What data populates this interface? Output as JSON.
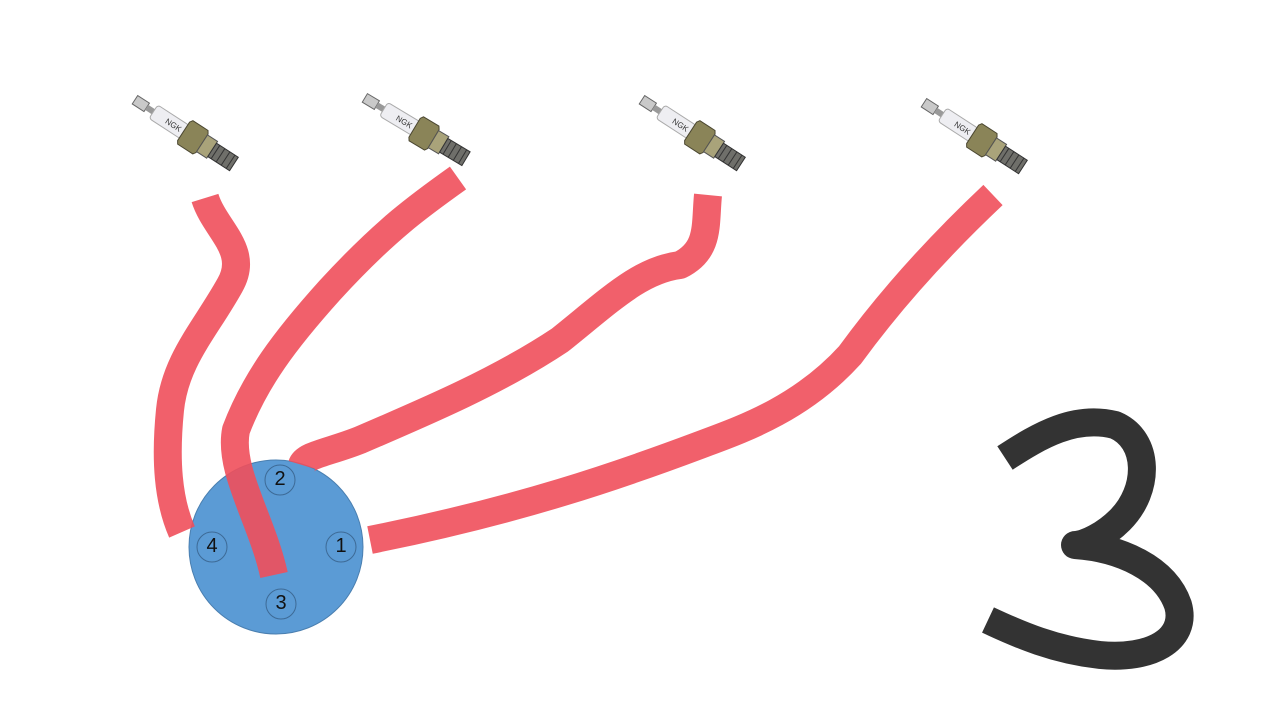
{
  "distributor": {
    "terminals": [
      {
        "label": "2"
      },
      {
        "label": "4"
      },
      {
        "label": "1"
      },
      {
        "label": "3"
      }
    ]
  },
  "spark_plugs": [
    {
      "brand": "NGK"
    },
    {
      "brand": "NGK"
    },
    {
      "brand": "NGK"
    },
    {
      "brand": "NGK"
    }
  ],
  "big_number": "3",
  "colors": {
    "wire": "#ef4f5b",
    "distributor": "#5b9bd5",
    "number": "#333333"
  }
}
